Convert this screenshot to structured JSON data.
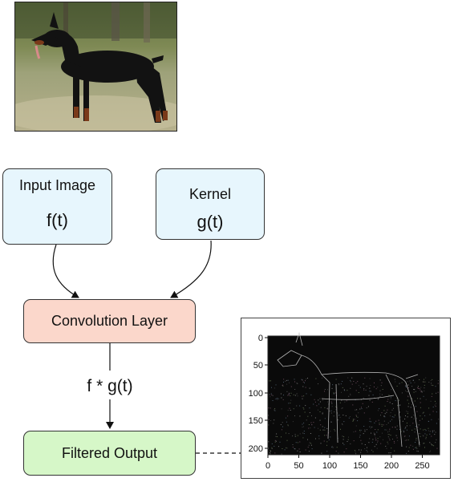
{
  "diagram": {
    "input_node": {
      "title": "Input Image",
      "function": "f(t)"
    },
    "kernel_node": {
      "title": "Kernel",
      "function": "g(t)"
    },
    "conv_node": {
      "label": "Convolution Layer"
    },
    "operation_label": "f * g(t)",
    "output_node": {
      "label": "Filtered Output"
    }
  },
  "output_plot": {
    "x_ticks": [
      "0",
      "50",
      "100",
      "150",
      "200",
      "250"
    ],
    "y_ticks": [
      "0",
      "50",
      "100",
      "150",
      "200"
    ]
  },
  "colors": {
    "input_fill": "#e7f6fd",
    "conv_fill": "#fbd7cb",
    "output_fill": "#d6f7c8"
  }
}
